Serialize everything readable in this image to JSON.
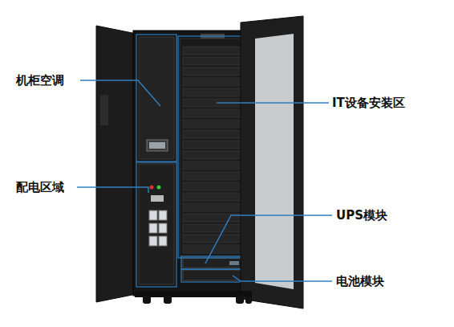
{
  "diagram": {
    "labels": [
      "机柜空调",
      "IT设备安装区",
      "配电区域",
      "UPS模块",
      "电池模块"
    ]
  }
}
